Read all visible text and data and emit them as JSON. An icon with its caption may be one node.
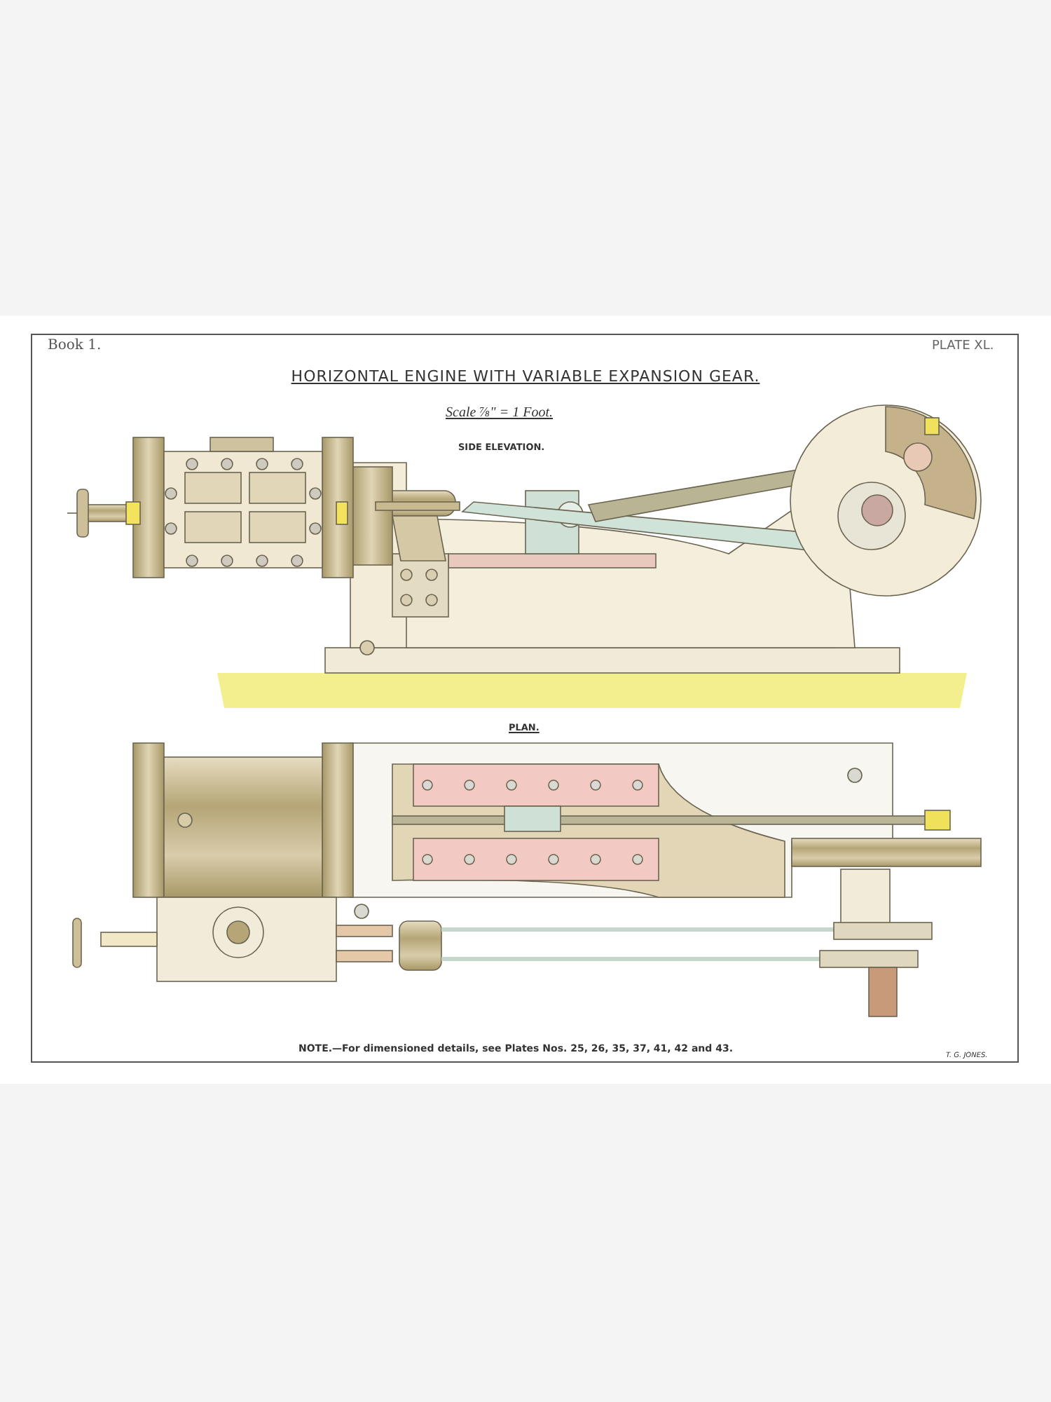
{
  "diagram": {
    "title": "HORIZONTAL ENGINE WITH VARIABLE EXPANSION GEAR.",
    "caption": "NOTE.—For dimensioned details, see Plates Nos. 25, 26, 35, 37, 41, 42 and 43.",
    "labels": [
      "Book 1.",
      "PLATE XL.",
      "Scale ⅞\" = 1 Foot.",
      "SIDE ELEVATION.",
      "PLAN.",
      "T. G. JONES."
    ]
  }
}
